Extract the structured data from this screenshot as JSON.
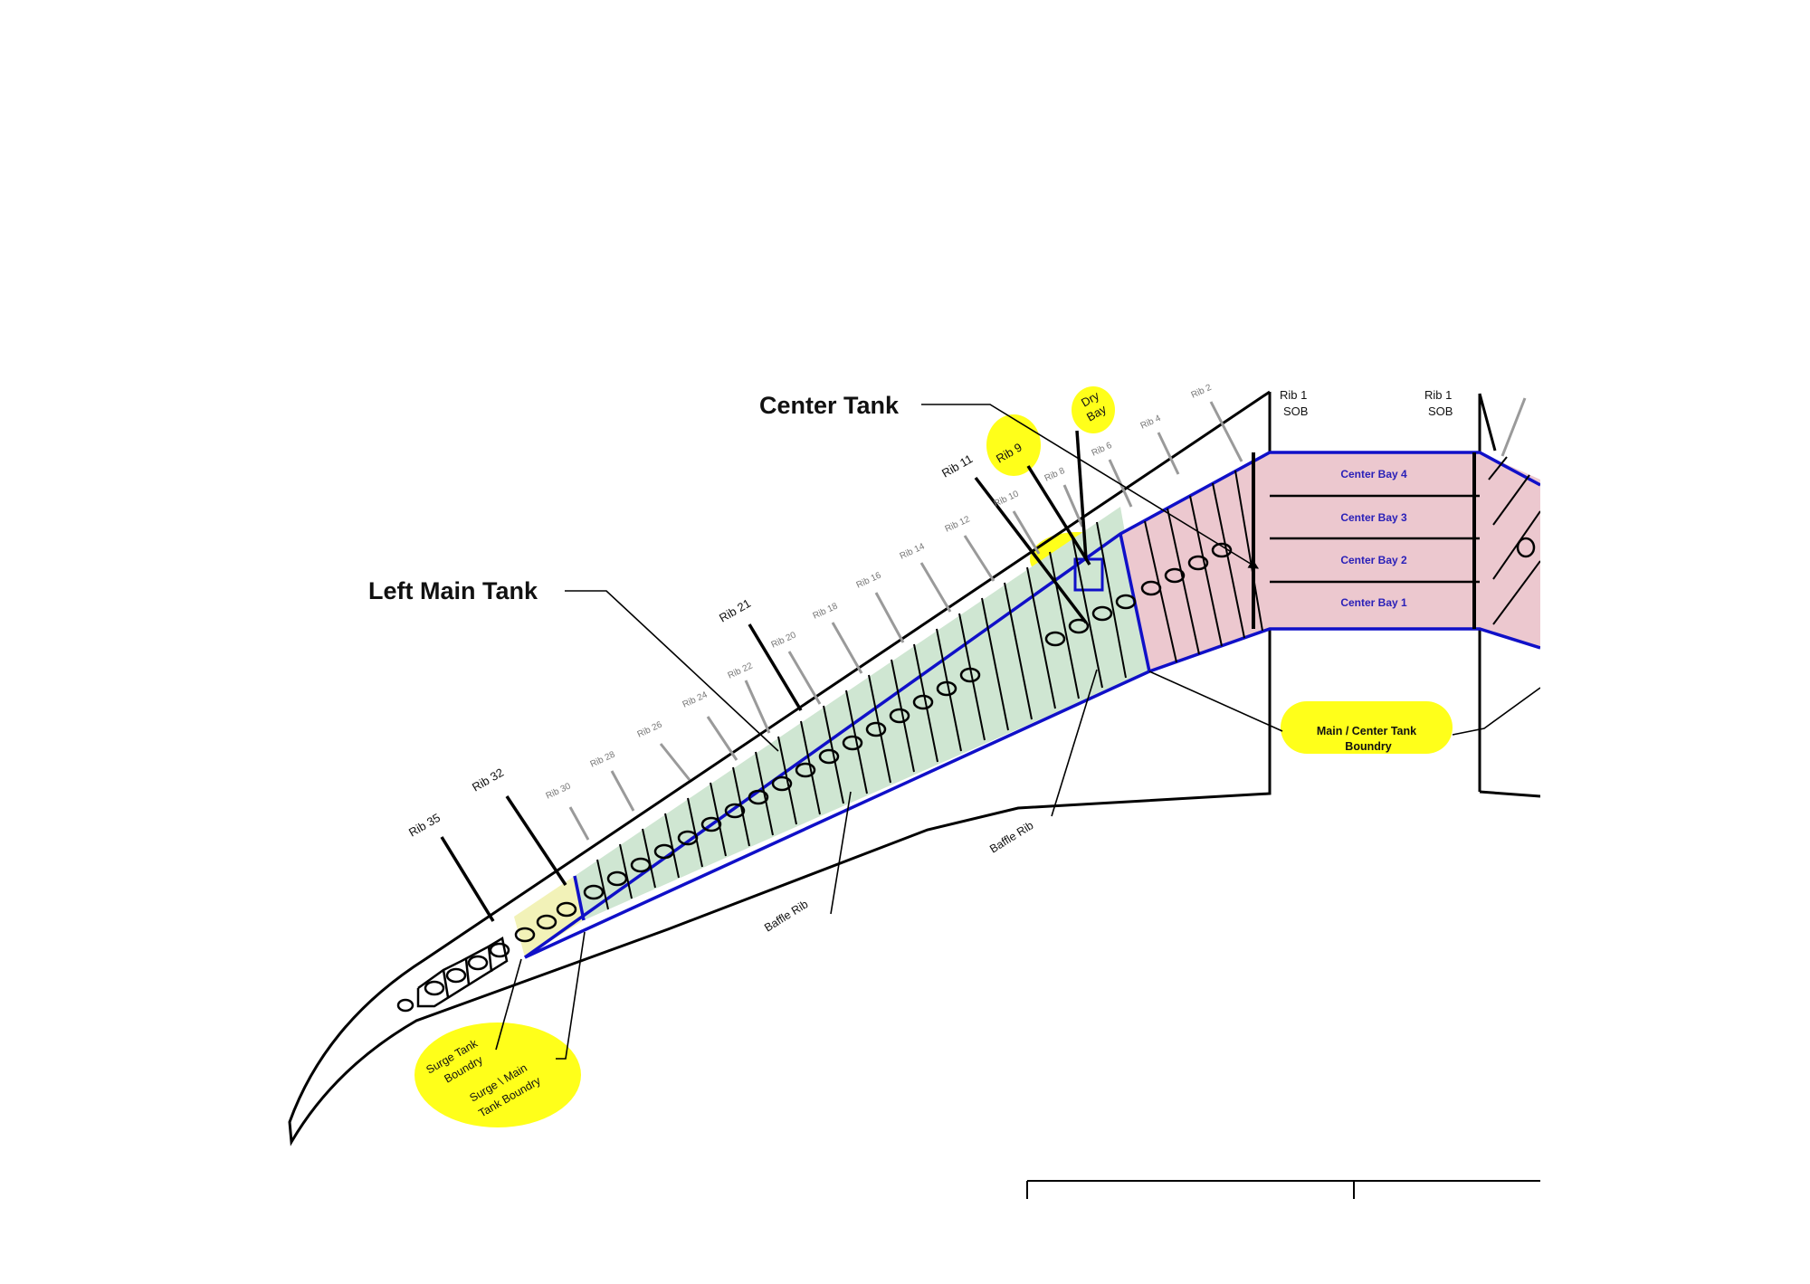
{
  "labels": {
    "center_tank": "Center Tank",
    "left_main_tank": "Left Main Tank",
    "rib35": "Rib 35",
    "rib32": "Rib 32",
    "rib21": "Rib 21",
    "rib11": "Rib 11",
    "rib9": "Rib 9",
    "dry_bay_1": "Dry",
    "dry_bay_2": "Bay",
    "rib1_sob_left_1": "Rib 1",
    "rib1_sob_left_2": "SOB",
    "rib1_sob_right_1": "Rib 1",
    "rib1_sob_right_2": "SOB",
    "center_bay_4": "Center Bay 4",
    "center_bay_3": "Center Bay 3",
    "center_bay_2": "Center Bay 2",
    "center_bay_1": "Center Bay 1",
    "main_center_boundary_1": "Main / Center Tank",
    "main_center_boundary_2": "Boundry",
    "baffle_rib_1": "Baffle Rib",
    "baffle_rib_2": "Baffle Rib",
    "surge_tank_boundary_1": "Surge Tank",
    "surge_tank_boundary_2": "Boundry",
    "surge_main_boundary_1": "Surge \\ Main",
    "surge_main_boundary_2": "Tank Boundry"
  },
  "faint_rib_labels": [
    "Rib 30",
    "Rib 28",
    "Rib 26",
    "Rib 24",
    "Rib 22",
    "Rib 20",
    "Rib 18",
    "Rib 16",
    "Rib 14",
    "Rib 12",
    "Rib 10",
    "Rib 8",
    "Rib 6",
    "Rib 4",
    "Rib 2"
  ],
  "colors": {
    "main_tank_fill": "#cfe6d2",
    "center_tank_fill": "#ecc8cf",
    "surge_tank_fill": "#f2f2b8",
    "highlight": "#ffff1a",
    "tank_boundary": "#1010c8",
    "bay_text": "#2a20b8"
  }
}
